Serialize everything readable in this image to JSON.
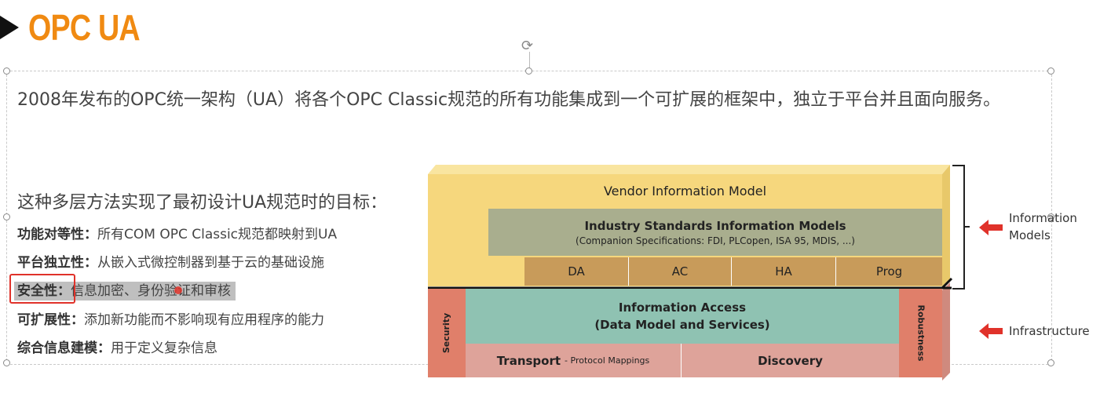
{
  "slide": {
    "title": "OPC UA",
    "para1": "2008年发布的OPC统一架构（UA）将各个OPC Classic规范的所有功能集成到一个可扩展的框架中，独立于平台并且面向服务。",
    "para2": "这种多层方法实现了最初设计UA规范时的目标：",
    "features": [
      {
        "label": "功能对等性：",
        "text": "所有COM OPC Classic规范都映射到UA"
      },
      {
        "label": "平台独立性：",
        "text": "从嵌入式微控制器到基于云的基础设施"
      },
      {
        "label": "安全性：",
        "text": "信息加密、身份验证和审核"
      },
      {
        "label": "可扩展性：",
        "text": "添加新功能而不影响现有应用程序的能力"
      },
      {
        "label": "综合信息建模：",
        "text": "用于定义复杂信息"
      }
    ]
  },
  "diagram": {
    "vendor": "Vendor Information Model",
    "industry_title": "Industry Standards Information Models",
    "industry_sub": "(Companion Specifications: FDI, PLCopen, ISA 95, MDIS, ...)",
    "prog_models": [
      "DA",
      "AC",
      "HA",
      "Prog"
    ],
    "access_line1": "Information Access",
    "access_line2": "(Data Model and Services)",
    "security": "Security",
    "robustness": "Robustness",
    "transport": "Transport",
    "transport_sub": "- Protocol Mappings",
    "discovery": "Discovery",
    "label_info_1": "Information",
    "label_info_2": "Models",
    "label_infra": "Infrastructure"
  },
  "colors": {
    "title": "#f08a12",
    "vendor": "#f6d77d",
    "industry": "#a9ae8e",
    "prog": "#c89b5a",
    "access": "#8fc2b2",
    "security": "#e07f6a",
    "transport": "#dea39a",
    "arrow": "#e0322a"
  }
}
